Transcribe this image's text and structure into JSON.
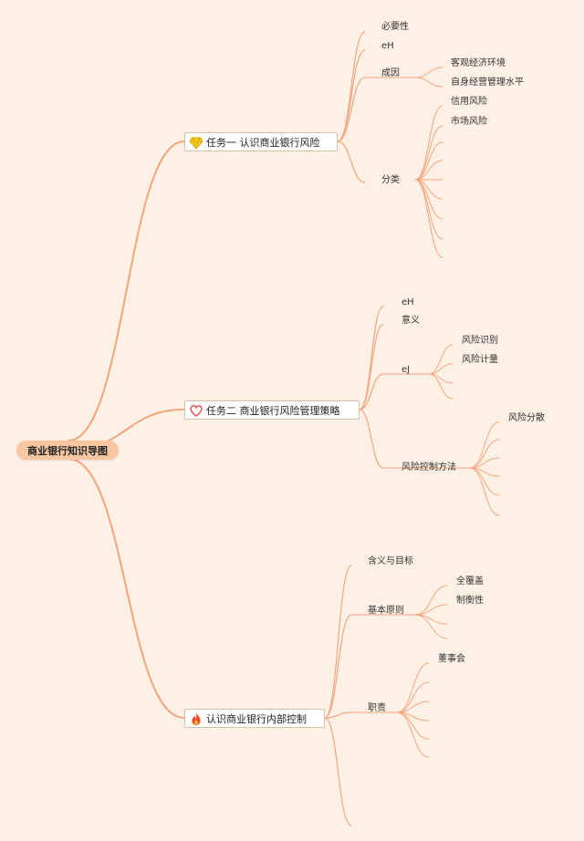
{
  "root": {
    "label": "商业银行知识导图"
  },
  "topics": [
    {
      "label": "任务一 认识商业银行风险",
      "icon": "gem-icon",
      "children": [
        {
          "label": "必要性"
        },
        {
          "label": "eH"
        },
        {
          "label": "成因",
          "children": [
            "客观经济环境",
            "自身经营管理水平"
          ]
        },
        {
          "label": "分类",
          "children": [
            "信用风险",
            "市场风险"
          ]
        }
      ]
    },
    {
      "label": "任务二 商业银行风险管理策略",
      "icon": "heart-icon",
      "children": [
        {
          "label": "eH"
        },
        {
          "label": "意义"
        },
        {
          "label": "eJ",
          "children": [
            "风险识别",
            "风险计量"
          ]
        },
        {
          "label": "风险控制方法",
          "children": [
            "风险分散"
          ]
        }
      ]
    },
    {
      "label": "认识商业银行内部控制",
      "icon": "fire-icon",
      "children": [
        {
          "label": "含义与目标"
        },
        {
          "label": "基本原则",
          "children": [
            "全覆盖",
            "制衡性"
          ]
        },
        {
          "label": "职责",
          "children": [
            "董事会"
          ]
        }
      ]
    }
  ],
  "colors": {
    "branch": "#f4a57e",
    "root_fill": "#f8c7a2",
    "background": "#fdf1e6",
    "gem": "#f5d020",
    "heart": "#e2555b",
    "fire": "#ef4b26"
  }
}
